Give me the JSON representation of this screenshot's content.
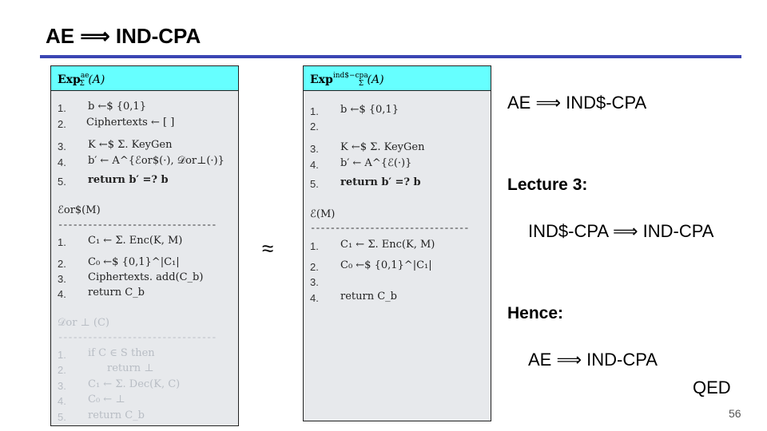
{
  "title": "AE ⟹ IND-CPA",
  "colors": {
    "rule": "#3b46b3",
    "box_header": "#66ffff",
    "box_body": "#e7e9ec"
  },
  "left_box": {
    "header_main": "Exp",
    "header_sup": "ae",
    "header_sub": "Σ",
    "header_arg": "(A)",
    "exp_nums": [
      "1.",
      "2.",
      "3.",
      "4.",
      "5."
    ],
    "exp_lines": [
      "b ←$ {0,1}",
      "Ciphertexts ← [ ]",
      "K ←$ Σ. KeyGen",
      "b′ ← A^{ℰor$(·), 𝒟or⊥(·)}",
      "return b′ =? b"
    ],
    "enc_header": "ℰor$(M)",
    "dashes": "--------------------------------",
    "enc_nums": [
      "1.",
      "2.",
      "3.",
      "4."
    ],
    "enc_lines": [
      "C₁ ← Σ. Enc(K, M)",
      "C₀ ←$ {0,1}^|C₁|",
      "Ciphertexts. add(C_b)",
      "return C_b"
    ],
    "dec_header": "𝒟or ⊥ (C)",
    "dec_dashes": "--------------------------------",
    "dec_nums": [
      "1.",
      "2.",
      "3.",
      "4.",
      "5."
    ],
    "dec_lines": [
      "if C ∈ S then",
      "return ⊥",
      "C₁ ← Σ. Dec(K, C)",
      "C₀ ← ⊥",
      "return C_b"
    ]
  },
  "approx_symbol": "≈",
  "right_box": {
    "header_main": "Exp",
    "header_sup": "ind$−cpa",
    "header_sub": "Σ",
    "header_arg": "(A)",
    "exp_nums": [
      "1.",
      "2.",
      "3.",
      "4.",
      "5."
    ],
    "exp_lines": [
      "b ←$ {0,1}",
      "",
      "K ←$ Σ. KeyGen",
      "b′ ← A^{ℰ(·)}",
      "return b′ =? b"
    ],
    "enc_header": "ℰ(M)",
    "dashes": "--------------------------------",
    "enc_nums": [
      "1.",
      "2.",
      "3.",
      "4."
    ],
    "enc_lines": [
      "C₁ ← Σ. Enc(K, M)",
      "C₀ ←$ {0,1}^|C₁|",
      "",
      "return C_b"
    ]
  },
  "right_text": {
    "line1": "AE ⟹ IND$-CPA",
    "lecture": "Lecture 3:",
    "line2": "IND$-CPA ⟹ IND-CPA",
    "hence": "Hence:",
    "line3": "AE ⟹ IND-CPA",
    "qed": "QED"
  },
  "page_number": "56"
}
